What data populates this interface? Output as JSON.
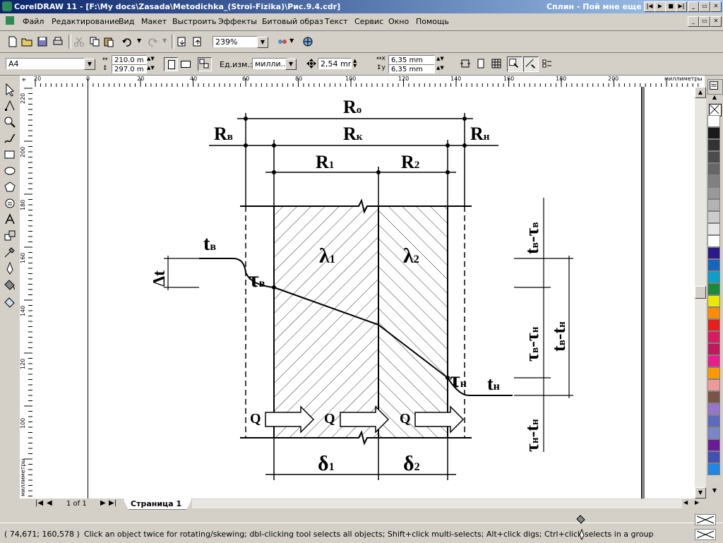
{
  "window": {
    "title": "CorelDRAW 11 - [F:\\My docs\\Zasada\\Metodichka_(Stroi-Fizika)\\Рис.9.4.cdr]",
    "now_playing": "Сплин - Пой мне еще"
  },
  "menu": [
    "Файл",
    "Редактирование",
    "Вид",
    "Макет",
    "Выстроить",
    "Эффекты",
    "Битовый образ",
    "Текст",
    "Сервис",
    "Окно",
    "Помощь"
  ],
  "toolbar": {
    "zoom": "239%"
  },
  "property_bar": {
    "page_size": "A4",
    "width": "210.0 m",
    "height": "297.0 m",
    "units_label": "Ед.изм.:",
    "units_value": "милли...",
    "nudge": "2,54 mm",
    "dup_x": "6,35 mm",
    "dup_y": "6,35 mm"
  },
  "ruler": {
    "h_unit": "миллиметры",
    "v_unit": "миллиметры",
    "h_ticks": [
      "20",
      "0",
      "20",
      "40",
      "60",
      "80",
      "100",
      "120",
      "140",
      "160",
      "180",
      "200"
    ],
    "v_ticks": [
      "220",
      "200",
      "180",
      "160",
      "140",
      "120",
      "100"
    ]
  },
  "page_nav": {
    "counter": "1 of 1",
    "tab": "Страница 1"
  },
  "status": {
    "coords": "( 74,671; 160,578 )",
    "hint": "Click an object twice for rotating/skewing; dbl-clicking tool selects all objects; Shift+click multi-selects; Alt+click digs; Ctrl+click selects in a group"
  },
  "palette_colors": [
    "#ffffff",
    "#1a1a1a",
    "#333333",
    "#4d4d4d",
    "#666666",
    "#808080",
    "#999999",
    "#b3b3b3",
    "#cccccc",
    "#e6e6e6",
    "#ffffff",
    "#2a1a8a",
    "#1565c0",
    "#0aa0c8",
    "#1a8a3a",
    "#e8e800",
    "#ff8c00",
    "#e81e1e",
    "#d81b60",
    "#c2185b",
    "#e91e8c",
    "#ff9800",
    "#ef9a9a",
    "#795548",
    "#9575cd",
    "#5c6bc0",
    "#7986cb",
    "#6a1b9a",
    "#3f51b5",
    "#1e88e5"
  ],
  "drawing": {
    "r_total": "R",
    "r_total_sub": "о",
    "r_in": "R",
    "r_in_sub": "в",
    "r_k": "R",
    "r_k_sub": "к",
    "r_out": "R",
    "r_out_sub": "н",
    "r1": "R",
    "r1_sub": "1",
    "r2": "R",
    "r2_sub": "2",
    "lambda1": "λ",
    "lambda1_sub": "1",
    "lambda2": "λ",
    "lambda2_sub": "2",
    "t_in": "t",
    "t_in_sub": "в",
    "delta_t": "Δt",
    "tau_in": "τ",
    "tau_in_sub": "в",
    "tau_out": "τ",
    "tau_out_sub": "н",
    "t_out": "t",
    "t_out_sub": "н",
    "q": "Q",
    "delta1": "δ",
    "delta1_sub": "1",
    "delta2": "δ",
    "delta2_sub": "2",
    "v_label_1": "t",
    "v_label_1_sub": "в",
    "v_label_1_b": "-τ",
    "v_label_1_b_sub": "в",
    "v_label_2": "τ",
    "v_label_2_sub": "в",
    "v_label_2_b": "-τ",
    "v_label_2_b_sub": "н",
    "v_label_3": "t",
    "v_label_3_sub": "в",
    "v_label_3_b": "-t",
    "v_label_3_b_sub": "н",
    "v_label_4": "τ",
    "v_label_4_sub": "н",
    "v_label_4_b": "-t",
    "v_label_4_b_sub": "н"
  }
}
